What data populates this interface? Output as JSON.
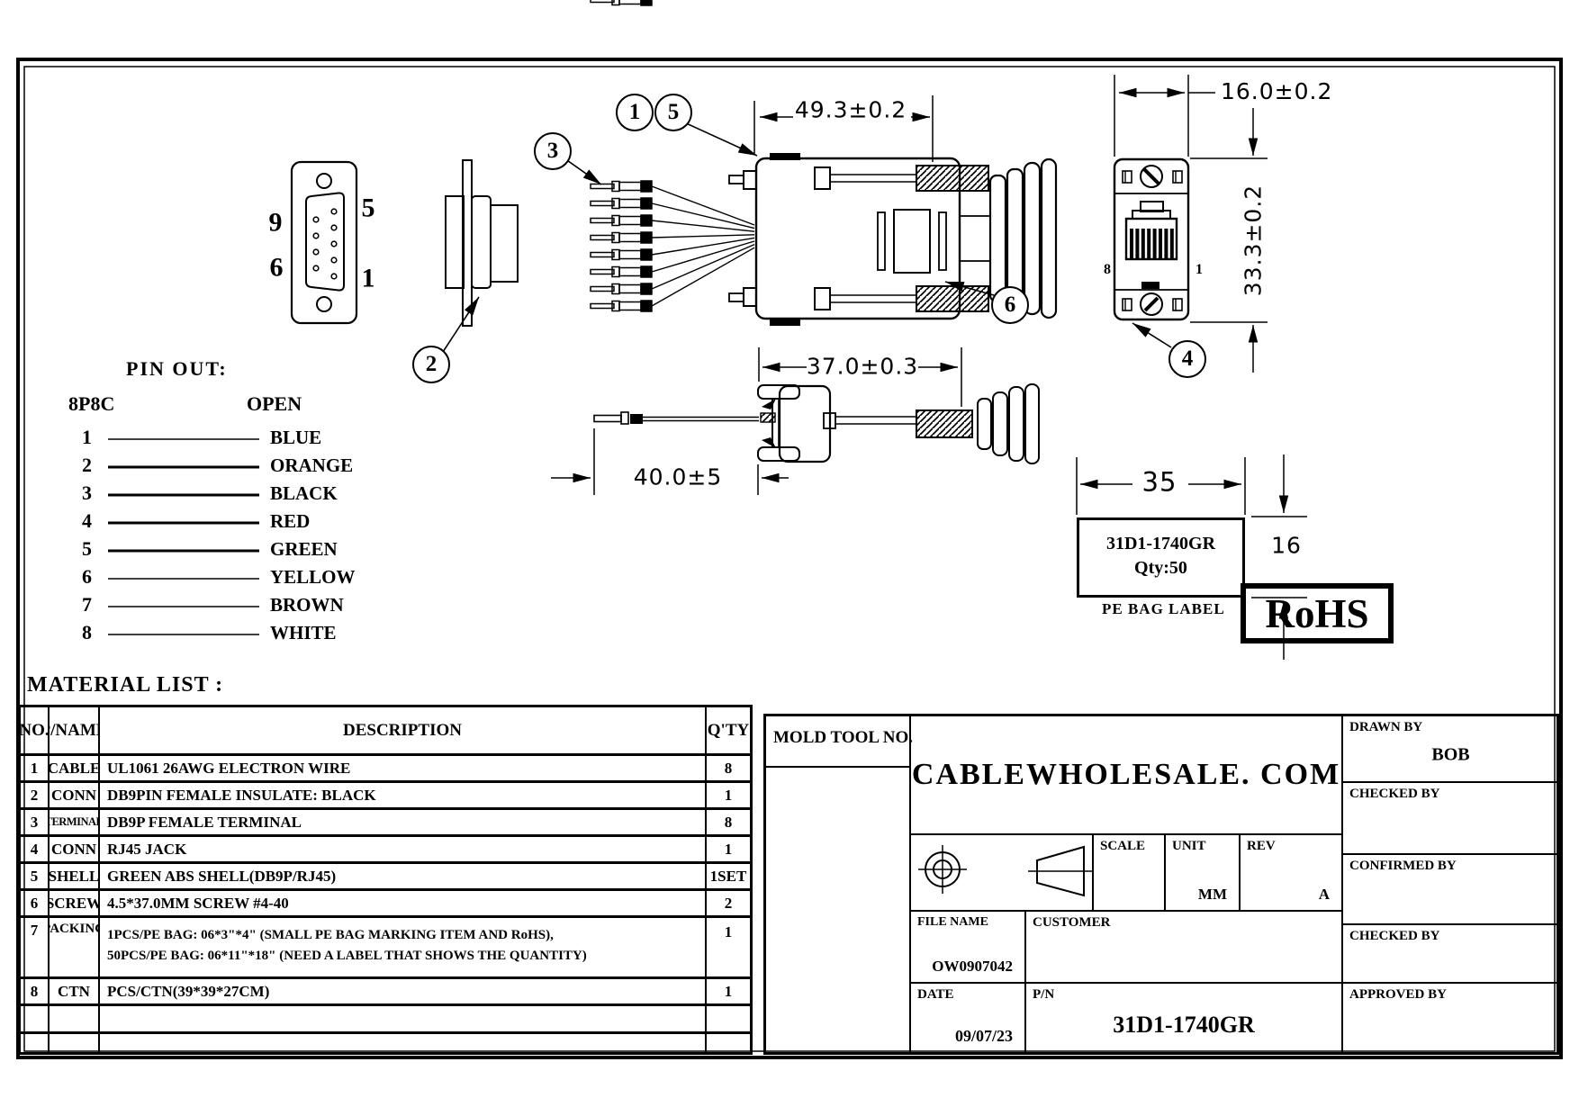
{
  "drawing": {
    "dims": {
      "shell_length": "49.3±0.2",
      "rj45_width": "16.0±0.2",
      "rj45_height": "33.3±0.2",
      "body_length": "37.0±0.3",
      "wire_length": "40.0±5",
      "bag_label_width": "35",
      "bag_label_height": "16"
    },
    "balloons": {
      "b1": "1",
      "b2": "2",
      "b3": "3",
      "b4": "4",
      "b5": "5",
      "b6": "6"
    },
    "db9_front": {
      "top_left": "9",
      "bottom_left": "6",
      "top_right": "5",
      "bottom_right": "1"
    },
    "rj45_rear": {
      "pin_left": "8",
      "pin_right": "1"
    },
    "pe_bag_label": {
      "line1": "31D1-1740GR",
      "line2": "Qty:50",
      "caption": "PE BAG LABEL"
    },
    "rohs_mark": "RoHS"
  },
  "pinout": {
    "title": "PIN OUT:",
    "left_header": "8P8C",
    "right_header": "OPEN",
    "rows": [
      {
        "pin": "1",
        "color": "BLUE"
      },
      {
        "pin": "2",
        "color": "ORANGE"
      },
      {
        "pin": "3",
        "color": "BLACK"
      },
      {
        "pin": "4",
        "color": "RED"
      },
      {
        "pin": "5",
        "color": "GREEN"
      },
      {
        "pin": "6",
        "color": "YELLOW"
      },
      {
        "pin": "7",
        "color": "BROWN"
      },
      {
        "pin": "8",
        "color": "WHITE"
      }
    ]
  },
  "material_list": {
    "heading": "MATERIAL LIST :",
    "columns": [
      "NO.",
      "P/NAME",
      "DESCRIPTION",
      "Q'TY"
    ],
    "rows": [
      {
        "no": "1",
        "pname": "CABLE",
        "desc": "UL1061 26AWG ELECTRON WIRE",
        "qty": "8"
      },
      {
        "no": "2",
        "pname": "CONN",
        "desc": "DB9PIN FEMALE INSULATE: BLACK",
        "qty": "1"
      },
      {
        "no": "3",
        "pname": "TERMINAL",
        "desc": "DB9P FEMALE TERMINAL",
        "qty": "8"
      },
      {
        "no": "4",
        "pname": "CONN",
        "desc": "RJ45 JACK",
        "qty": "1"
      },
      {
        "no": "5",
        "pname": "SHELL",
        "desc": "GREEN ABS SHELL(DB9P/RJ45)",
        "qty": "1SET"
      },
      {
        "no": "6",
        "pname": "SCREW",
        "desc": "4.5*37.0MM SCREW #4-40",
        "qty": "2"
      },
      {
        "no": "7",
        "pname": "PACKING",
        "desc1": "1PCS/PE BAG: 06*3\"*4\" (SMALL PE BAG MARKING ITEM AND RoHS),",
        "desc2": "50PCS/PE BAG: 06*11\"*18\" (NEED A LABEL THAT SHOWS THE QUANTITY)",
        "qty": "1"
      },
      {
        "no": "8",
        "pname": "CTN",
        "desc": "PCS/CTN(39*39*27CM)",
        "qty": "1"
      }
    ]
  },
  "title_block": {
    "mold_tool_no": "MOLD TOOL NO.",
    "company": "CABLEWHOLESALE. COM",
    "scale_label": "SCALE",
    "unit_label": "UNIT",
    "unit_value": "MM",
    "rev_label": "REV",
    "rev_value": "A",
    "file_name_label": "FILE NAME",
    "file_name_value": "OW0907042",
    "customer_label": "CUSTOMER",
    "date_label": "DATE",
    "date_value": "09/07/23",
    "pn_label": "P/N",
    "pn_value": "31D1-1740GR",
    "drawn_by_label": "DRAWN BY",
    "drawn_by_value": "BOB",
    "checked_by_label": "CHECKED BY",
    "confirmed_by_label": "CONFIRMED BY",
    "checked_by2_label": "CHECKED BY",
    "approved_by_label": "APPROVED BY"
  }
}
